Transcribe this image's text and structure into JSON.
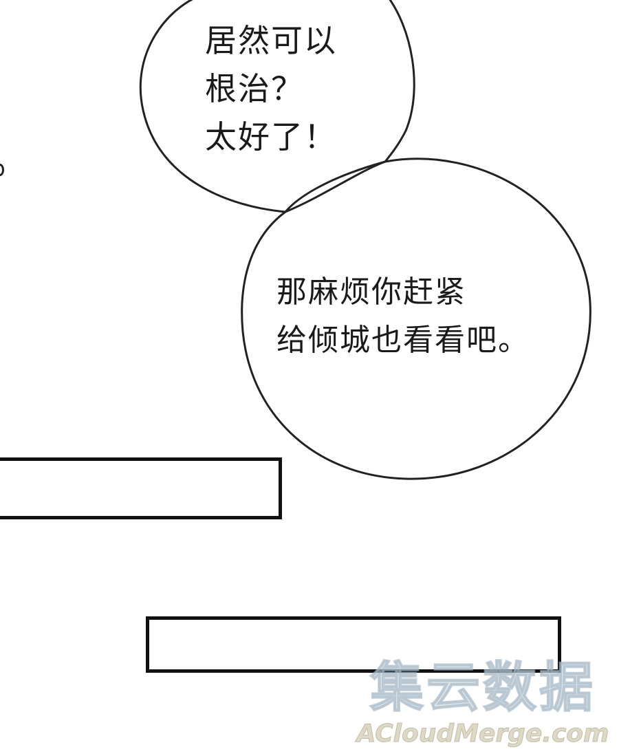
{
  "speech_bubbles": [
    {
      "lines": [
        "居然可以",
        "根治？",
        "太好了！"
      ]
    },
    {
      "lines": [
        "那麻烦你赶紧",
        "给倾城也看看吧。"
      ]
    }
  ],
  "caption_boxes": [
    {
      "text": ""
    },
    {
      "text": ""
    }
  ],
  "watermark": {
    "chinese": "集云数据",
    "english": "ACloudMerge.com"
  },
  "colors": {
    "background": "#ffffff",
    "ink": "#1a1a1a",
    "outline": "#222222"
  }
}
